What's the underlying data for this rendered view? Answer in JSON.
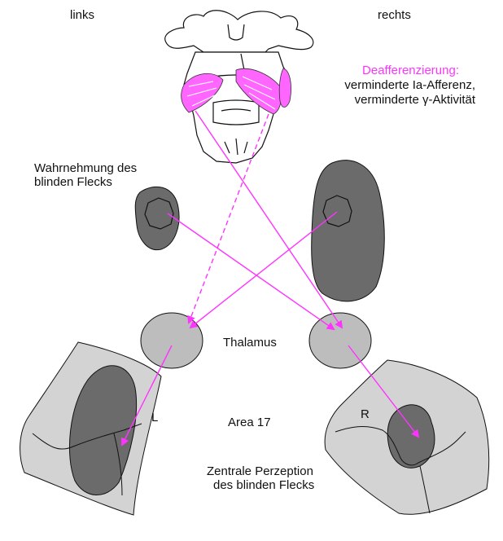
{
  "labels": {
    "left_side": "links",
    "right_side": "rechts",
    "deafferentation_title": "Deafferenzierung:",
    "deafferentation_line1": "verminderte Ia-Afferenz,",
    "deafferentation_line2": "verminderte γ-Aktivität",
    "blind_spot_perception_line1": "Wahrnehmung des",
    "blind_spot_perception_line2": "blinden Flecks",
    "thalamus": "Thalamus",
    "area17": "Area 17",
    "cortex_left": "L",
    "cortex_right": "R",
    "central_perception_line1": "Zentrale Perzeption",
    "central_perception_line2": "des blinden Flecks"
  },
  "colors": {
    "arrow": "#ff33ff",
    "muscle": "#ff66ff",
    "dark_region": "#6b6b6b",
    "light_region": "#bdbdbd",
    "cortex_fill": "#d3d3d3",
    "outline": "#111111"
  }
}
